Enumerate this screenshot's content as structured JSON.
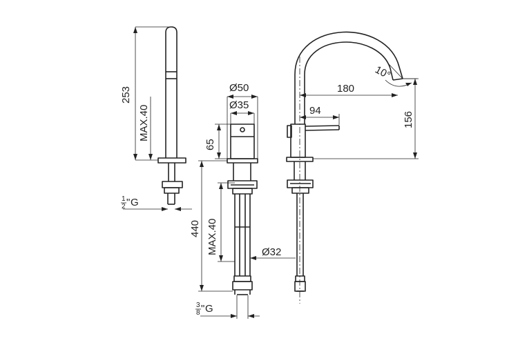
{
  "dimensions": {
    "spout_height": "253",
    "spout_max_deck": "MAX.40",
    "spout_thread": "G",
    "spout_thread_fraction": {
      "num": "1",
      "den": "2",
      "unit": "\""
    },
    "body_diameter": "Ø50",
    "body_inner_diameter": "Ø35",
    "body_height": "65",
    "body_max_deck": "MAX.40",
    "total_height": "440",
    "hose_diameter": "Ø32",
    "body_thread": "G",
    "body_thread_fraction": {
      "num": "3",
      "den": "8",
      "unit": "\""
    },
    "spout_reach": "180",
    "lever_reach": "94",
    "spout_outlet_height": "156",
    "spout_angle": "10°"
  }
}
